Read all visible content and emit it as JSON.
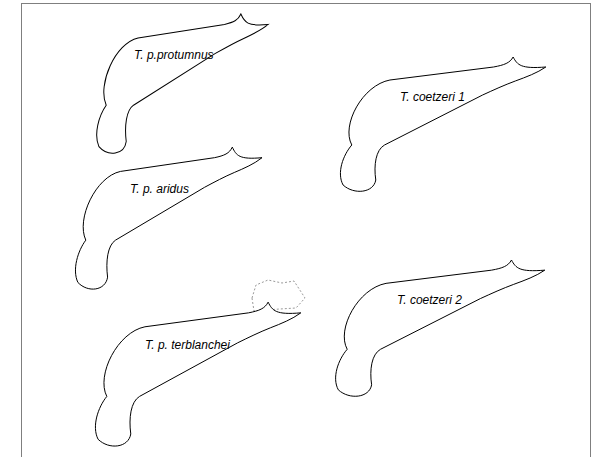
{
  "diagram": {
    "nodes": [
      {
        "text": [
          "T. p.protumnus"
        ]
      },
      {
        "text": [
          "T. coetzeri 1"
        ]
      },
      {
        "text": [
          "T. p. aridus"
        ]
      },
      {
        "text": [
          "T. coetzeri 2"
        ]
      },
      {
        "text": [
          "T. p. terblanchei"
        ]
      }
    ]
  }
}
